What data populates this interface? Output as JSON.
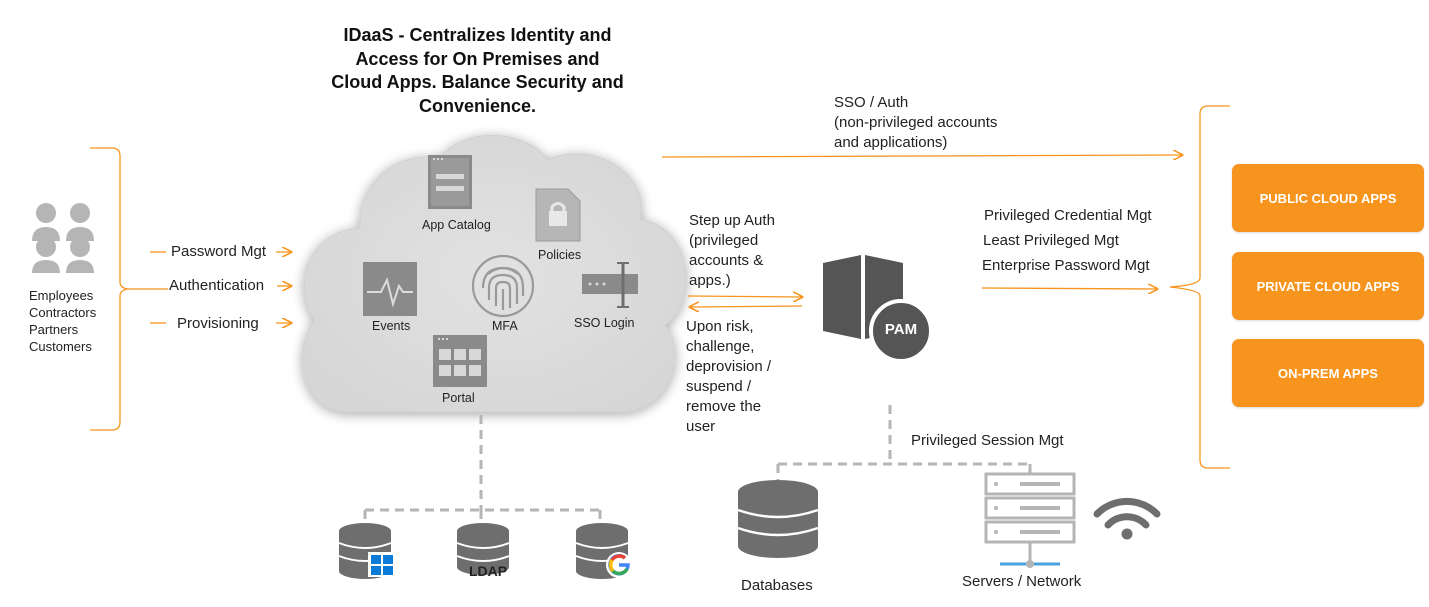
{
  "title": "IDaaS - Centralizes Identity and Access for On Premises and Cloud Apps. Balance Security and Convenience.",
  "users": {
    "list": [
      "Employees",
      "Contractors",
      "Partners",
      "Customers"
    ]
  },
  "left_flows": [
    "Password Mgt",
    "Authentication",
    "Provisioning"
  ],
  "cloud_icons": {
    "app_catalog": "App Catalog",
    "policies": "Policies",
    "events": "Events",
    "mfa": "MFA",
    "sso_login": "SSO Login",
    "portal": "Portal"
  },
  "directory_icons": {
    "ldap": "LDAP"
  },
  "sso_auth": [
    "SSO / Auth",
    "(non-privileged accounts",
    "and applications)"
  ],
  "step_up": [
    "Step up Auth",
    "(privileged",
    "accounts &",
    "apps.)"
  ],
  "upon_risk": [
    "Upon risk,",
    "challenge,",
    "deprovision /",
    "suspend /",
    "remove the",
    "user"
  ],
  "pam": {
    "label": "PAM",
    "capabilities": [
      "Privileged Credential Mgt",
      "Least Privileged Mgt",
      "Enterprise Password Mgt"
    ],
    "session": "Privileged Session Mgt"
  },
  "targets": [
    "Databases",
    "Servers / Network"
  ],
  "apps": [
    "PUBLIC CLOUD APPS",
    "PRIVATE CLOUD APPS",
    "ON-PREM APPS"
  ],
  "colors": {
    "accent": "#f7941d",
    "icon_gray": "#6e6e6e",
    "light_gray": "#b8b8b8"
  }
}
